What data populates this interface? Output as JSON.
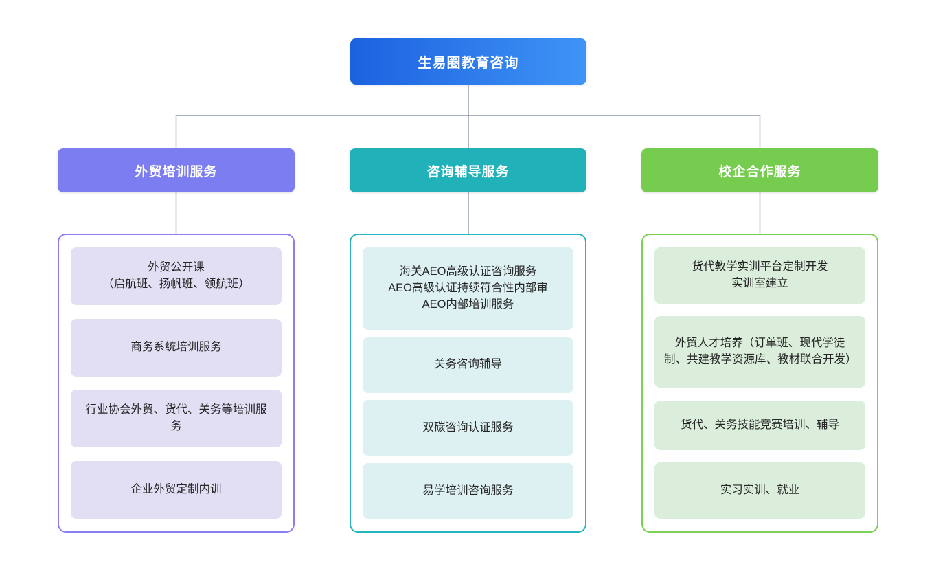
{
  "page": {
    "background": "#ffffff",
    "connector_color": "#8c96a8"
  },
  "root": {
    "label": "生易圈教育咨询",
    "gradient_from": "#1c62e0",
    "gradient_to": "#3f94f6"
  },
  "branches": [
    {
      "header_label": "外贸培训服务",
      "header_color": "#7b7df0",
      "panel_border_color": "#8a7ef2",
      "card_bg": "#e2dff5",
      "items": [
        "外贸公开课\n（启航班、扬帆班、领航班）",
        "商务系统培训服务",
        "行业协会外贸、货代、关务等培训服务",
        "企业外贸定制内训"
      ]
    },
    {
      "header_label": "咨询辅导服务",
      "header_color": "#20b2b8",
      "panel_border_color": "#24b6bd",
      "card_bg": "#ddf0f2",
      "items": [
        "海关AEO高级认证咨询服务\nAEO高级认证持续符合性内部审\nAEO内部培训服务",
        "关务咨询辅导",
        "双碳咨询认证服务",
        "易学培训咨询服务"
      ]
    },
    {
      "header_label": "校企合作服务",
      "header_color": "#76cc4e",
      "panel_border_color": "#7ccf55",
      "card_bg": "#dbeedc",
      "items": [
        "货代教学实训平台定制开发\n实训室建立",
        "外贸人才培养（订单班、现代学徒制、共建教学资源库、教材联合开发）",
        "货代、关务技能竞赛培训、辅导",
        "实习实训、就业"
      ]
    }
  ],
  "chart_data": {
    "type": "diagram",
    "diagram_kind": "organization-tree",
    "title": "生易圈教育咨询",
    "levels": 3,
    "nodes": [
      {
        "id": "root",
        "label": "生易圈教育咨询",
        "level": 0,
        "parent": null
      },
      {
        "id": "b0",
        "label": "外贸培训服务",
        "level": 1,
        "parent": "root"
      },
      {
        "id": "b1",
        "label": "咨询辅导服务",
        "level": 1,
        "parent": "root"
      },
      {
        "id": "b2",
        "label": "校企合作服务",
        "level": 1,
        "parent": "root"
      },
      {
        "id": "b0-i0",
        "label": "外贸公开课（启航班、扬帆班、领航班）",
        "level": 2,
        "parent": "b0"
      },
      {
        "id": "b0-i1",
        "label": "商务系统培训服务",
        "level": 2,
        "parent": "b0"
      },
      {
        "id": "b0-i2",
        "label": "行业协会外贸、货代、关务等培训服务",
        "level": 2,
        "parent": "b0"
      },
      {
        "id": "b0-i3",
        "label": "企业外贸定制内训",
        "level": 2,
        "parent": "b0"
      },
      {
        "id": "b1-i0",
        "label": "海关AEO高级认证咨询服务 / AEO高级认证持续符合性内部审 / AEO内部培训服务",
        "level": 2,
        "parent": "b1"
      },
      {
        "id": "b1-i1",
        "label": "关务咨询辅导",
        "level": 2,
        "parent": "b1"
      },
      {
        "id": "b1-i2",
        "label": "双碳咨询认证服务",
        "level": 2,
        "parent": "b1"
      },
      {
        "id": "b1-i3",
        "label": "易学培训咨询服务",
        "level": 2,
        "parent": "b1"
      },
      {
        "id": "b2-i0",
        "label": "货代教学实训平台定制开发 / 实训室建立",
        "level": 2,
        "parent": "b2"
      },
      {
        "id": "b2-i1",
        "label": "外贸人才培养（订单班、现代学徒制、共建教学资源库、教材联合开发）",
        "level": 2,
        "parent": "b2"
      },
      {
        "id": "b2-i2",
        "label": "货代、关务技能竞赛培训、辅导",
        "level": 2,
        "parent": "b2"
      },
      {
        "id": "b2-i3",
        "label": "实习实训、就业",
        "level": 2,
        "parent": "b2"
      }
    ]
  }
}
